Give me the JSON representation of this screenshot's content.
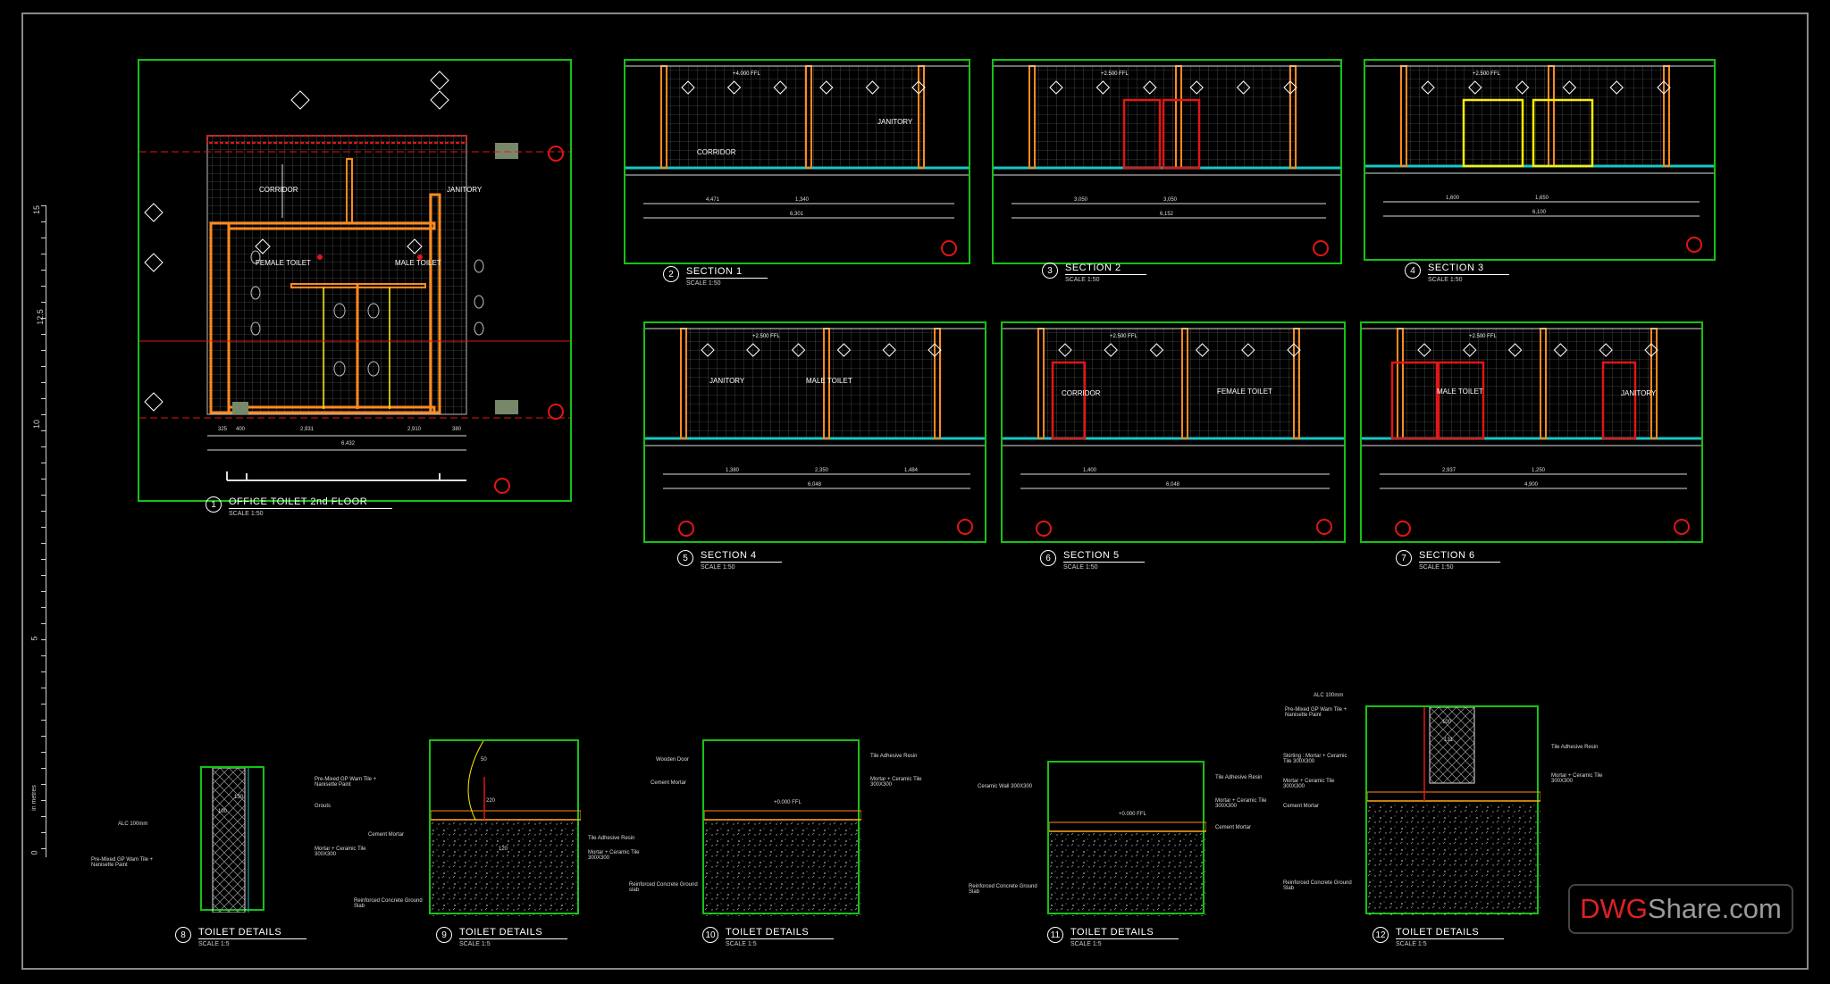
{
  "watermark": {
    "brand_red": "DWG",
    "brand_grey": "Share.com"
  },
  "ruler": {
    "labels": [
      "15",
      "12.5",
      "10",
      "5",
      "0"
    ],
    "unit": "in metres"
  },
  "views": {
    "plan": {
      "num": "1",
      "title": "OFFICE TOILET 2nd FLOOR",
      "scale": "SCALE 1:50",
      "rooms": {
        "corridor": "CORRIDOR",
        "janitory": "JANITORY",
        "female": "FEMALE TOILET",
        "male": "MALE TOILET"
      },
      "dims": {
        "d1": "2,931",
        "d2": "2,910",
        "total": "6,432",
        "d3": "400",
        "d4": "325",
        "d5": "380"
      }
    },
    "s1": {
      "num": "2",
      "title": "SECTION 1",
      "scale": "SCALE 1:50",
      "room_a": "CORRIDOR",
      "room_b": "JANITORY",
      "dim_a": "4,471",
      "dim_b": "1,340",
      "total": "6,301",
      "ffl": "+4.000 FFL"
    },
    "s2": {
      "num": "3",
      "title": "SECTION 2",
      "scale": "SCALE 1:50",
      "dim_a": "3,050",
      "dim_b": "3,050",
      "total": "6,152",
      "ffl": "+2.500 FFL"
    },
    "s3": {
      "num": "4",
      "title": "SECTION 3",
      "scale": "SCALE 1:50",
      "dim_a": "1,600",
      "dim_b": "1,650",
      "total": "6,100",
      "ffl": "+2.500 FFL"
    },
    "s4": {
      "num": "5",
      "title": "SECTION 4",
      "scale": "SCALE 1:50",
      "room_a": "JANITORY",
      "room_b": "MALE TOILET",
      "dim_a": "1,380",
      "dim_b": "2,350",
      "dim_c": "1,484",
      "total": "6,048",
      "ffl": "+2.500 FFL"
    },
    "s5": {
      "num": "6",
      "title": "SECTION 5",
      "scale": "SCALE 1:50",
      "room_a": "CORRIDOR",
      "room_b": "FEMALE TOILET",
      "dim_a": "1,400",
      "total": "6,048",
      "ffl": "+2.500 FFL"
    },
    "s6": {
      "num": "7",
      "title": "SECTION 6",
      "scale": "SCALE 1:50",
      "room_a": "MALE TOILET",
      "room_b": "JANITORY",
      "dim_a": "2,937",
      "dim_b": "1,250",
      "total": "4,900",
      "ffl": "+2.500 FFL"
    },
    "d8": {
      "num": "8",
      "title": "TOILET DETAILS",
      "scale": "SCALE 1:5",
      "n1": "ALC 100mm",
      "n2": "Pre-Mixed GP Wam Tile + Nanisette Paint",
      "n3": "Pre-Mixed GP Wam Tile + Nanisette Paint",
      "n4": "Grouts",
      "n5": "Mortar + Ceramic Tile 300X300",
      "n6": "100",
      "n7": "130"
    },
    "d9": {
      "num": "9",
      "title": "TOILET DETAILS",
      "scale": "SCALE 1:5",
      "n1": "Cement Mortar",
      "n2": "Reinforced Concrete Ground Slab",
      "n3": "Tile Adhesive Resin",
      "n4": "Mortar + Ceramic Tile 300X300",
      "n5": "50",
      "n6": "220",
      "n7": "120"
    },
    "d10": {
      "num": "10",
      "title": "TOILET DETAILS",
      "scale": "SCALE 1:5",
      "n1": "Wooden Door",
      "n2": "Cement Mortar",
      "n3": "Reinforced Concrete Ground slab",
      "n4": "Tile Adhesive Resin",
      "n5": "Mortar + Ceramic Tile 300X300",
      "ffl": "+0.000 FFL"
    },
    "d11": {
      "num": "11",
      "title": "TOILET DETAILS",
      "scale": "SCALE 1:5",
      "n1": "Ceramic Wall 300X300",
      "n2": "Reinforced Concrete Ground Slab",
      "n3": "Tile Adhesive Resin",
      "n4": "Mortar + Ceramic Tile 300X300",
      "n5": "Cement Mortar",
      "ffl": "+0.000 FFL"
    },
    "d12": {
      "num": "12",
      "title": "TOILET DETAILS",
      "scale": "SCALE 1:5",
      "n1": "ALC 100mm",
      "n2": "Pre-Mixed GP Wam Tile + Nanisette Paint",
      "n3": "Skirting : Mortar + Ceramic Tile 300X300",
      "n4": "Mortar + Ceramic Tile 300X300",
      "n5": "Cement Mortar",
      "n6": "Reinforced Concrete Ground Slab",
      "n7": "Tile Adhesive Resin",
      "n8": "Mortar + Ceramic Tile 300X300",
      "n9": "100",
      "n10": "131"
    }
  },
  "colors": {
    "frame": "#15c215",
    "wall": "#ff8a1f",
    "red": "#e01616",
    "cyan": "#19c6c6",
    "grid": "#6e6e6e"
  }
}
